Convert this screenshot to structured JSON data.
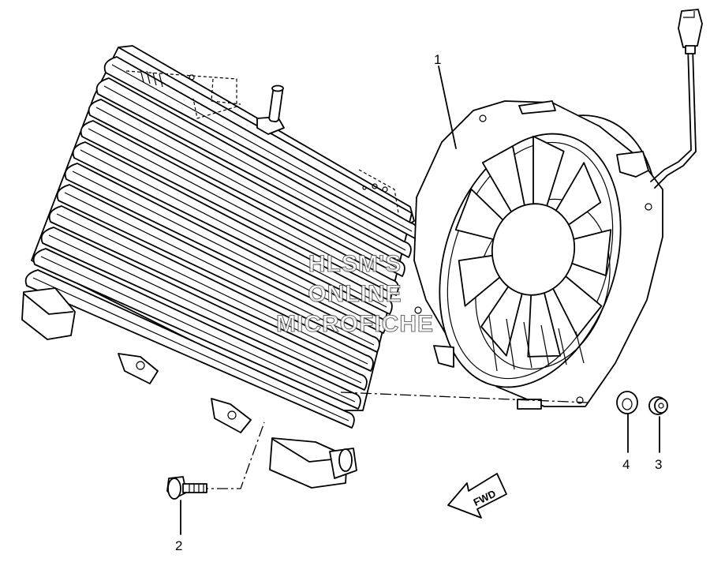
{
  "diagram": {
    "callouts": [
      {
        "id": "1",
        "label": "1"
      },
      {
        "id": "2",
        "label": "2"
      },
      {
        "id": "3",
        "label": "3"
      },
      {
        "id": "4",
        "label": "4"
      }
    ],
    "direction_arrow": {
      "label": "FWD",
      "icon": "arrow-left-icon"
    },
    "watermark": {
      "lines": [
        "HLSM'S",
        "ONLINE",
        "MICROFICHE"
      ]
    },
    "parts": {
      "radiator": {
        "icon": "radiator-icon"
      },
      "fan": {
        "icon": "cooling-fan-icon"
      },
      "connector": {
        "icon": "electrical-connector-icon"
      },
      "bolt": {
        "icon": "bolt-icon"
      },
      "collar": {
        "icon": "collar-washer-icon"
      },
      "nut": {
        "icon": "flange-nut-icon"
      }
    }
  }
}
